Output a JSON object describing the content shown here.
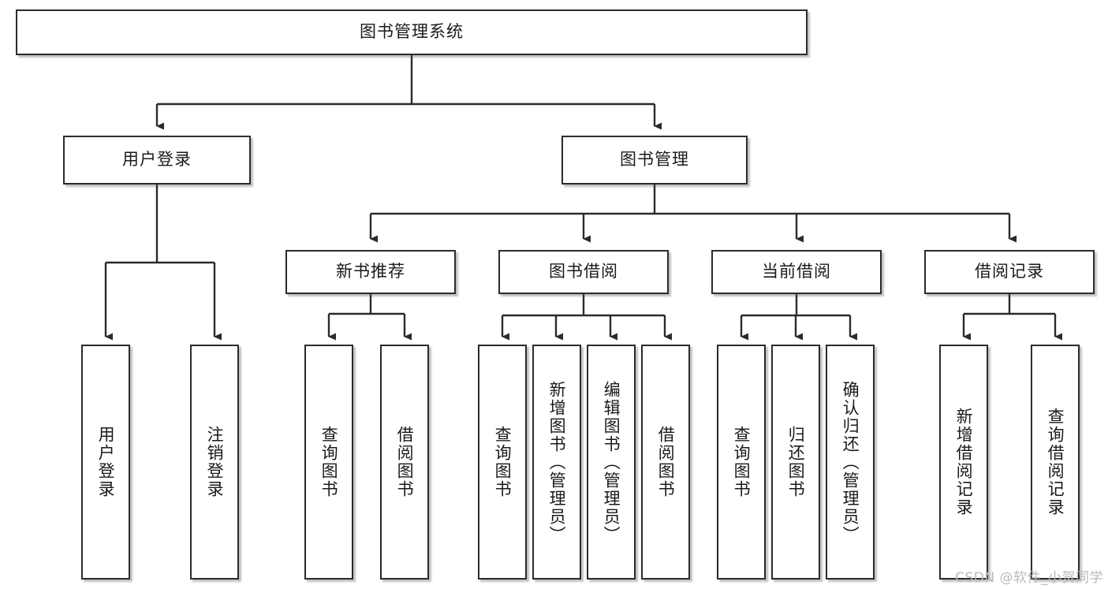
{
  "diagram": {
    "type": "tree-hierarchy",
    "title": "图书管理系统",
    "root": {
      "label": "图书管理系统"
    },
    "level2": [
      {
        "id": "user-login",
        "label": "用户登录"
      },
      {
        "id": "book-management",
        "label": "图书管理"
      }
    ],
    "level3": [
      {
        "id": "new-book-recommend",
        "label": "新书推荐",
        "parent": "book-management"
      },
      {
        "id": "book-borrow",
        "label": "图书借阅",
        "parent": "book-management"
      },
      {
        "id": "current-borrow",
        "label": "当前借阅",
        "parent": "book-management"
      },
      {
        "id": "borrow-record",
        "label": "借阅记录",
        "parent": "book-management"
      }
    ],
    "leaves": {
      "user_login": [
        {
          "id": "leaf-user-login",
          "label": "用户登录"
        },
        {
          "id": "leaf-user-logout",
          "label": "注销登录"
        }
      ],
      "new_book_recommend": [
        {
          "id": "leaf-query-book-1",
          "label": "查询图书"
        },
        {
          "id": "leaf-borrow-book-1",
          "label": "借阅图书"
        }
      ],
      "book_borrow": [
        {
          "id": "leaf-query-book-2",
          "label": "查询图书"
        },
        {
          "id": "leaf-add-book",
          "label": "新增图书（管理员）"
        },
        {
          "id": "leaf-edit-book",
          "label": "编辑图书（管理员）"
        },
        {
          "id": "leaf-borrow-book-2",
          "label": "借阅图书"
        }
      ],
      "current_borrow": [
        {
          "id": "leaf-query-book-3",
          "label": "查询图书"
        },
        {
          "id": "leaf-return-book",
          "label": "归还图书"
        },
        {
          "id": "leaf-confirm-return",
          "label": "确认归还（管理员）"
        }
      ],
      "borrow_record": [
        {
          "id": "leaf-add-record",
          "label": "新增借阅记录"
        },
        {
          "id": "leaf-query-record",
          "label": "查询借阅记录"
        }
      ]
    },
    "watermark": "CSDN @软件_小贺同学",
    "colors": {
      "stroke": "#2b2b2b",
      "fill": "#ffffff",
      "text": "#1a1a1a",
      "watermark": "#b9b9b9"
    }
  }
}
